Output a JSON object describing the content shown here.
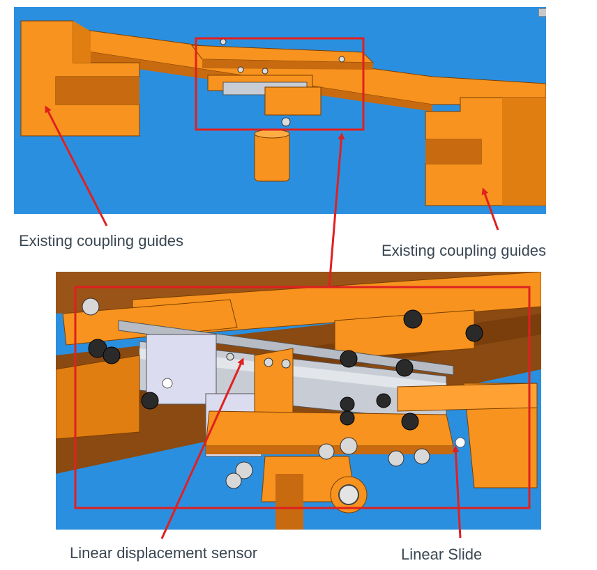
{
  "labels": {
    "guides_left": "Existing coupling guides",
    "guides_right": "Existing coupling guides",
    "sensor": "Linear displacement sensor",
    "slide": "Linear Slide"
  },
  "colors": {
    "background": "#2b8fe0",
    "part_orange": "#f7931e",
    "part_orange_dark": "#c86a10",
    "part_brown": "#8a4a12",
    "callout_red": "#e02020",
    "metal": "#c8ccd4",
    "label_text": "#3a4752"
  },
  "icons": [
    "resize-handle-icon"
  ]
}
